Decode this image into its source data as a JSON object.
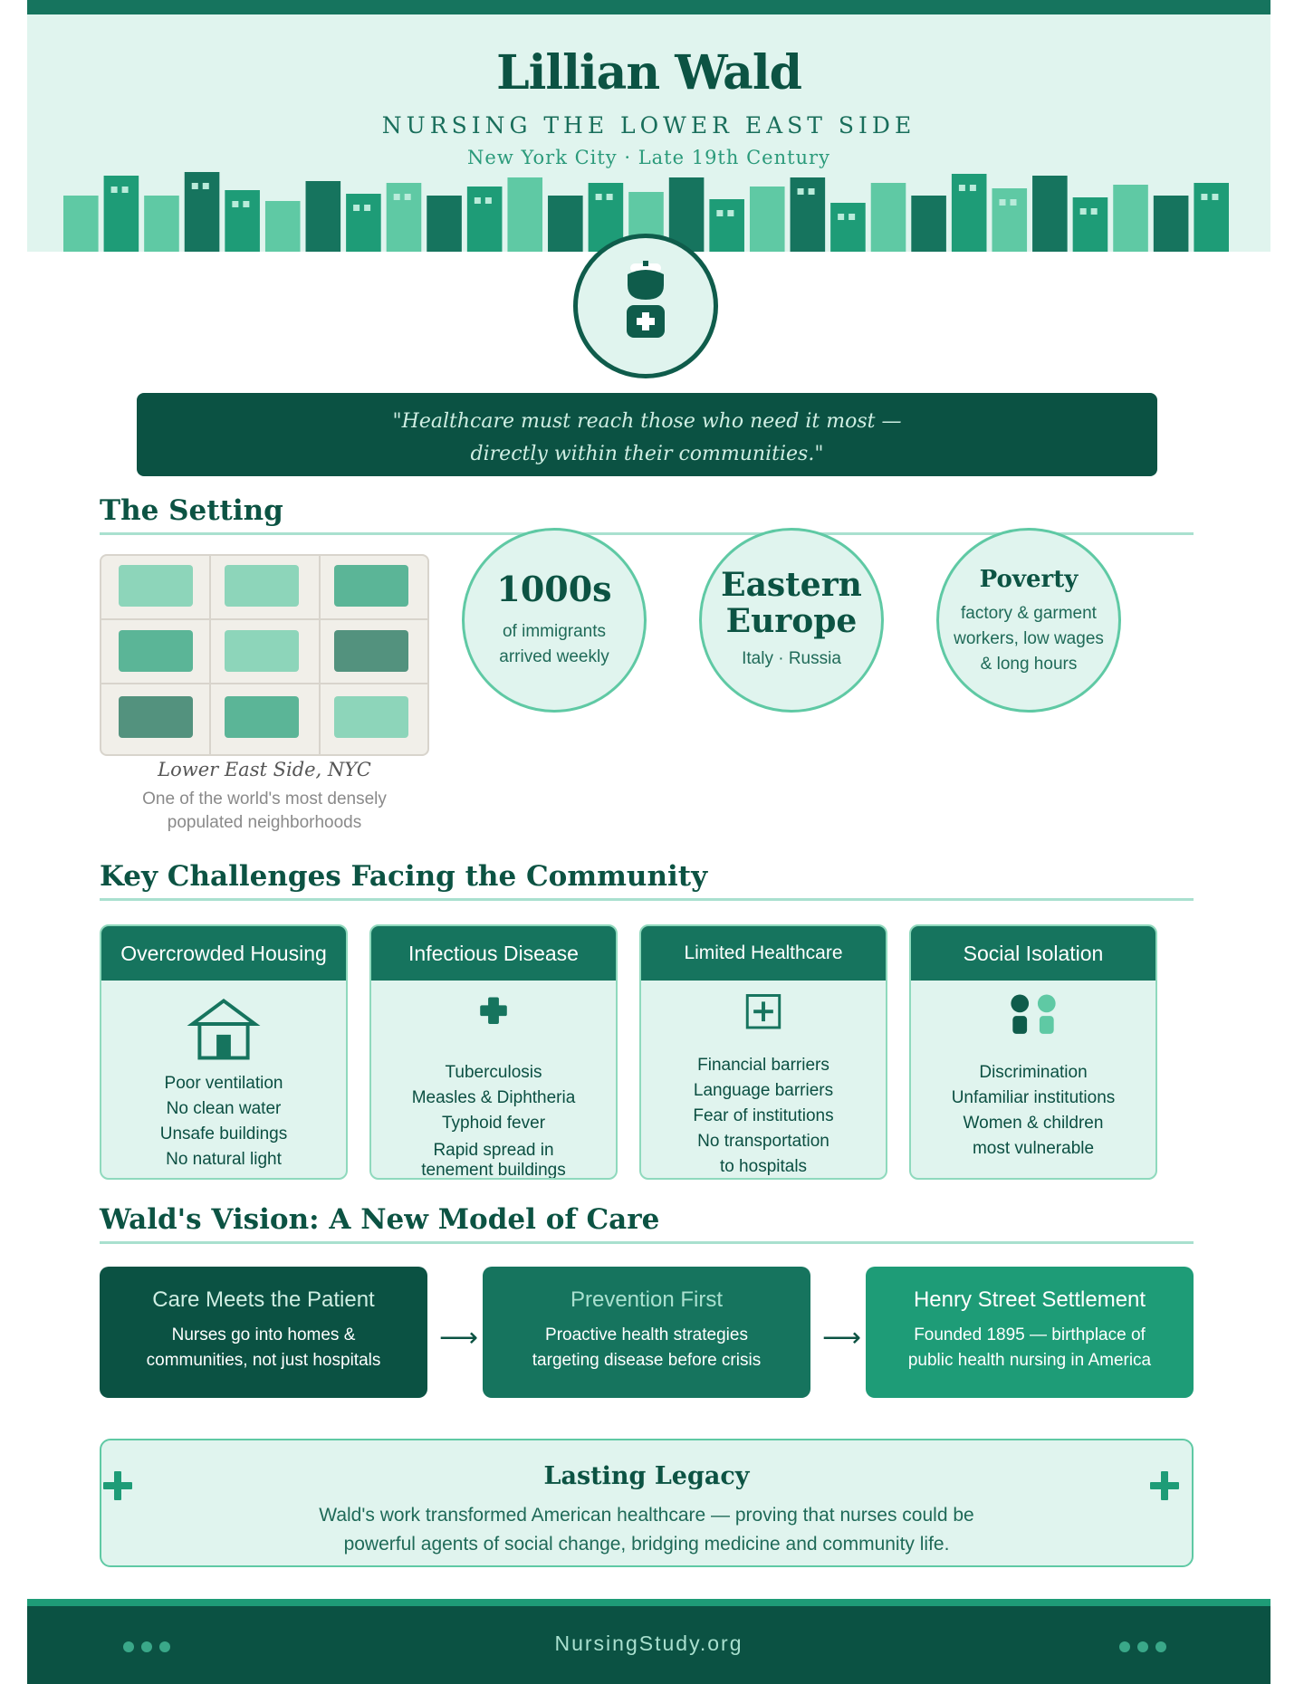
{
  "header": {
    "title": "Lillian Wald",
    "subtitle": "NURSING THE LOWER EAST SIDE",
    "location": "New York City · Late 19th Century"
  },
  "quote": {
    "line1": "\"Healthcare must reach those who need it most —",
    "line2": "directly within their communities.\""
  },
  "setting": {
    "title": "The Setting",
    "map_caption": "Lower East Side, NYC",
    "map_desc_line1": "One of the world's most densely",
    "map_desc_line2": "populated neighborhoods",
    "stats": [
      {
        "big": "1000s",
        "small_line1": "of immigrants",
        "small_line2": "arrived weekly"
      },
      {
        "big_line1": "Eastern",
        "big_line2": "Europe",
        "small_line1": "Italy · Russia"
      },
      {
        "big": "Poverty",
        "small_line1": "factory & garment",
        "small_line2": "workers, low wages",
        "small_line3": "& long hours"
      }
    ]
  },
  "challenges": {
    "title": "Key Challenges Facing the Community",
    "cards": [
      {
        "title": "Overcrowded Housing",
        "icon": "house-icon",
        "items": [
          "Poor ventilation",
          "No clean water",
          "Unsafe buildings",
          "No natural light"
        ]
      },
      {
        "title": "Infectious Disease",
        "icon": "medical-cross-icon",
        "items": [
          "Tuberculosis",
          "Measles & Diphtheria",
          "Typhoid fever",
          "Rapid spread in",
          "tenement buildings"
        ]
      },
      {
        "title": "Limited Healthcare",
        "icon": "clinic-icon",
        "items": [
          "Financial barriers",
          "Language barriers",
          "Fear of institutions",
          "No transportation",
          "to hospitals"
        ]
      },
      {
        "title": "Social Isolation",
        "icon": "people-icon",
        "items": [
          "Discrimination",
          "Unfamiliar institutions",
          "Women & children",
          "most vulnerable"
        ]
      }
    ]
  },
  "vision": {
    "title": "Wald's Vision: A New Model of Care",
    "steps": [
      {
        "title": "Care Meets the Patient",
        "line1": "Nurses go into homes &",
        "line2": "communities, not just hospitals"
      },
      {
        "title": "Prevention First",
        "line1": "Proactive health strategies",
        "line2": "targeting disease before crisis"
      },
      {
        "title": "Henry Street Settlement",
        "line1": "Founded 1895 — birthplace of",
        "line2": "public health nursing in America"
      }
    ],
    "arrow": "⟶"
  },
  "legacy": {
    "title": "Lasting Legacy",
    "line1": "Wald's work transformed American healthcare — proving that nurses could be",
    "line2": "powerful agents of social change, bridging medicine and community life."
  },
  "footer": {
    "site": "NursingStudy.org"
  },
  "colors": {
    "dark_green": "#0b5243",
    "primary_green": "#16745e",
    "accent_green": "#1e9c77",
    "light_mint": "#e0f4ee",
    "mint": "#5fc9a4"
  }
}
